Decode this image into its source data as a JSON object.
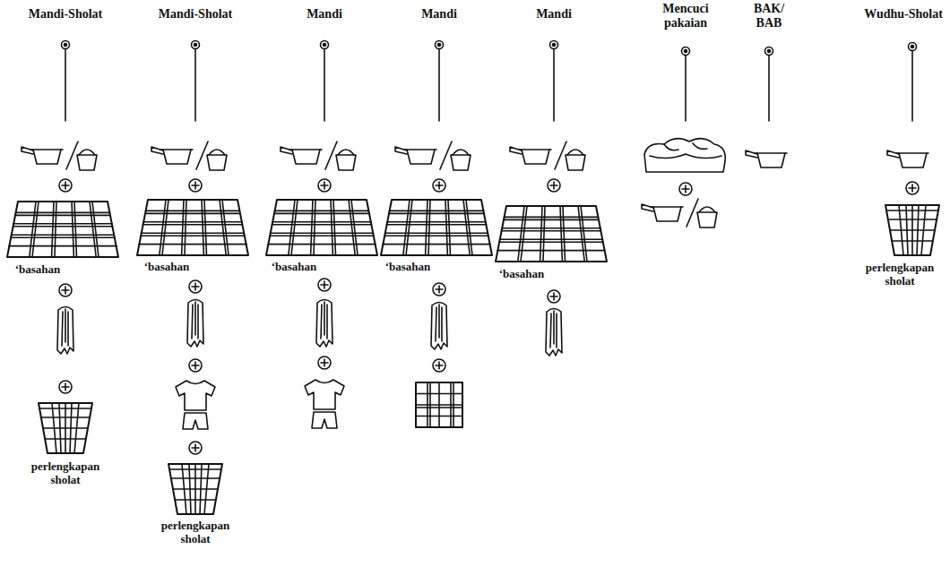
{
  "diagram": {
    "labels": [
      "Mandi-Sholat",
      "Mandi-Sholat",
      "Mandi",
      "Mandi",
      "Mandi",
      "Mencuci pakaian",
      "BAK/ BAB",
      "Wudhu-Sholat",
      "‘basahan",
      "perlengkapan sholat",
      "‘basahan",
      "perlengkapan sholat",
      "‘basahan",
      "‘basahan",
      "‘basahan",
      "perlengkapan sholat"
    ]
  }
}
